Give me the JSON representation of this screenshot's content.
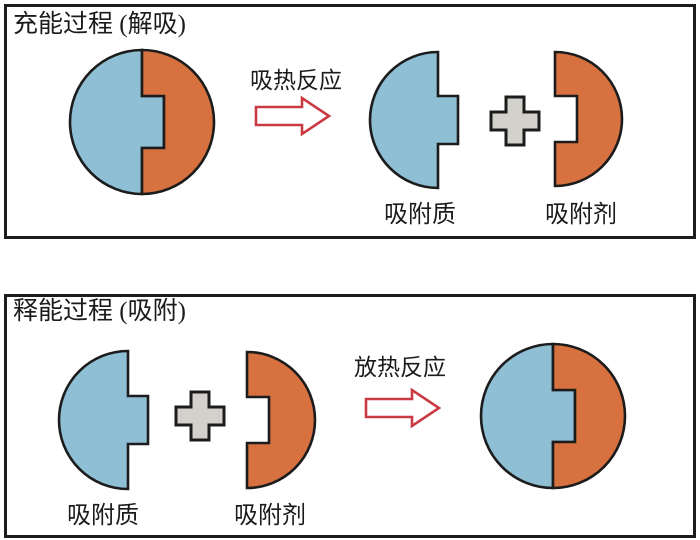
{
  "colors": {
    "adsorbate_blue": "#8fbfd4",
    "adsorbent_orange": "#d7713f",
    "plus_gray": "#d3d1cc",
    "arrow_red": "#c93a42",
    "outline_black": "#1c1c1c"
  },
  "panels": {
    "charge": {
      "title": "充能过程 (解吸)",
      "reaction_label": "吸热反应",
      "adsorbate_label": "吸附质",
      "adsorbent_label": "吸附剂"
    },
    "discharge": {
      "title": "释能过程 (吸附)",
      "reaction_label": "放热反应",
      "adsorbate_label": "吸附质",
      "adsorbent_label": "吸附剂"
    }
  }
}
